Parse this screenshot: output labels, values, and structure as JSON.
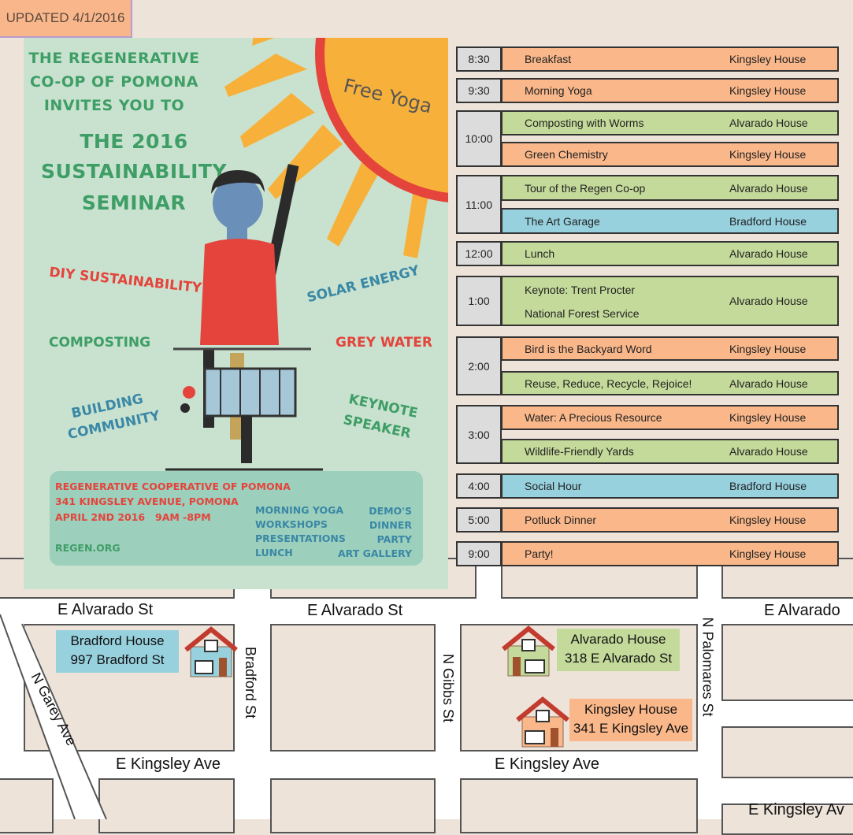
{
  "badge": {
    "updated": "UPDATED 4/1/2016"
  },
  "flyer": {
    "head1": "THE REGENERATIVE",
    "head2": "CO-OP OF POMONA",
    "head3": "INVITES YOU TO",
    "title1": "THE 2016",
    "title2": "SUSTAINABILITY",
    "title3": "SEMINAR",
    "sun_text": "Free Yoga",
    "topics": {
      "diy": "DIY SUSTAINABILITY",
      "solar": "SOLAR ENERGY",
      "composting": "COMPOSTING",
      "grey": "GREY WATER",
      "building1": "BUILDING",
      "building2": "COMMUNITY",
      "keynote1": "KEYNOTE",
      "keynote2": "SPEAKER"
    },
    "info": {
      "org": "REGENERATIVE COOPERATIVE OF POMONA",
      "address": "341 KINGSLEY AVENUE, POMONA",
      "date": "APRIL 2ND 2016",
      "hours": "9AM -8PM",
      "site": "REGEN.ORG",
      "col1": [
        "MORNING YOGA",
        "WORKSHOPS",
        "PRESENTATIONS",
        "LUNCH"
      ],
      "col2": [
        "DEMO'S",
        "DINNER",
        "PARTY",
        "ART GALLERY"
      ]
    },
    "colors": {
      "green": "#3f9e66",
      "red": "#e4443b",
      "blue": "#3a88a6",
      "sun": "#f7b13a"
    }
  },
  "schedule": [
    {
      "time": "8:30",
      "events": [
        {
          "title": "Breakfast",
          "location": "Kingsley House",
          "color": "orange"
        }
      ]
    },
    {
      "time": "9:30",
      "events": [
        {
          "title": "Morning Yoga",
          "location": "Kingsley House",
          "color": "orange"
        }
      ]
    },
    {
      "time": "10:00",
      "events": [
        {
          "title": "Composting with Worms",
          "location": "Alvarado House",
          "color": "green"
        },
        {
          "title": "Green Chemistry",
          "location": "Kingsley House",
          "color": "orange"
        }
      ]
    },
    {
      "time": "11:00",
      "events": [
        {
          "title": "Tour of the Regen Co-op",
          "location": "Alvarado House",
          "color": "green"
        },
        {
          "title": "The Art Garage",
          "location": "Bradford House",
          "color": "blue"
        }
      ]
    },
    {
      "time": "12:00",
      "events": [
        {
          "title": "Lunch",
          "location": "Alvarado House",
          "color": "green"
        }
      ]
    },
    {
      "time": "1:00",
      "events": [
        {
          "title": "Keynote: Trent Procter",
          "title2": "National Forest Service",
          "location": "Alvarado House",
          "color": "green"
        }
      ]
    },
    {
      "time": "2:00",
      "events": [
        {
          "title": "Bird is the Backyard Word",
          "location": "Kingsley House",
          "color": "orange"
        },
        {
          "title": "Reuse, Reduce, Recycle, Rejoice!",
          "location": "Alvarado House",
          "color": "green"
        }
      ]
    },
    {
      "time": "3:00",
      "events": [
        {
          "title": "Water: A Precious Resource",
          "location": "Kingsley House",
          "color": "orange"
        },
        {
          "title": "Wildlife-Friendly Yards",
          "location": "Alvarado House",
          "color": "green"
        }
      ]
    },
    {
      "time": "4:00",
      "events": [
        {
          "title": "Social Hour",
          "location": "Bradford House",
          "color": "blue"
        }
      ]
    },
    {
      "time": "5:00",
      "events": [
        {
          "title": "Potluck Dinner",
          "location": "Kingsley House",
          "color": "orange"
        }
      ]
    },
    {
      "time": "9:00",
      "events": [
        {
          "title": "Party!",
          "location": "Kinglsey House",
          "color": "orange"
        }
      ]
    }
  ],
  "map": {
    "streets": {
      "alvarado_left": "E Alvarado St",
      "alvarado_mid": "E Alvarado St",
      "alvarado_right": "E Alvarado",
      "kingsley_left": "E Kingsley Ave",
      "kingsley_mid": "E Kingsley Ave",
      "kingsley_right": "E Kingsley Av",
      "garey": "N Garey Ave",
      "bradford": "Bradford St",
      "gibbs": "N Gibbs St",
      "palomares": "N Palomares St"
    },
    "houses": {
      "bradford": {
        "name": "Bradford House",
        "address": "997 Bradford St"
      },
      "alvarado": {
        "name": "Alvarado House",
        "address": "318 E Alvarado St"
      },
      "kingsley": {
        "name": "Kingsley House",
        "address": "341 E Kingsley Ave"
      }
    }
  }
}
